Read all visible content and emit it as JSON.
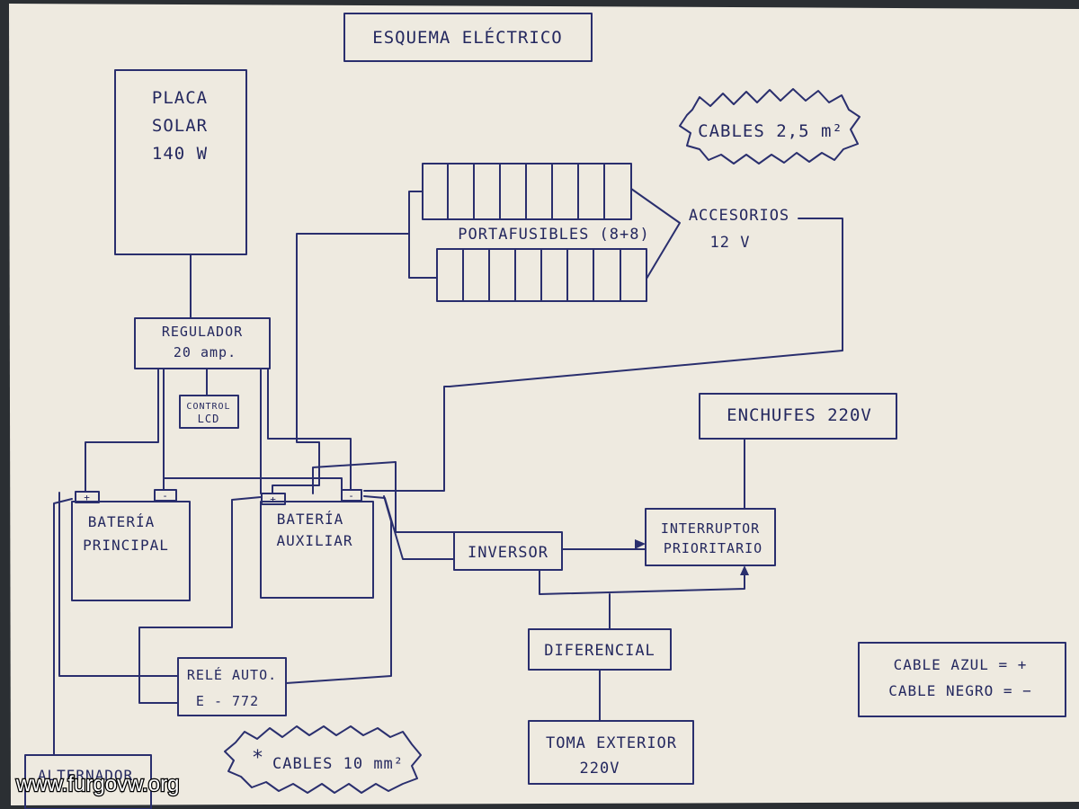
{
  "diagram": {
    "title": "ESQUEMA ELÉCTRICO",
    "cloud_top": "CABLES 2,5 m²",
    "cloud_bottom_star": "*",
    "cloud_bottom": "CABLES 10 mm²",
    "solar_panel": [
      "PLACA",
      "SOLAR",
      "140 W"
    ],
    "regulator": [
      "REGULADOR",
      "20 amp."
    ],
    "lcd": [
      "CONTROL",
      "LCD"
    ],
    "fuse_box": "PORTAFUSIBLES (8+8)",
    "accessories": [
      "ACCESORIOS",
      "12 V"
    ],
    "battery_main": [
      "BATERÍA",
      "PRINCIPAL"
    ],
    "battery_aux": [
      "BATERÍA",
      "AUXILIAR"
    ],
    "terminal_plus": "+",
    "terminal_minus": "-",
    "inverter": "INVERSOR",
    "priority_switch": [
      "INTERRUPTOR",
      "PRIORITARIO"
    ],
    "plugs": "ENCHUFES 220V",
    "differential": "DIFERENCIAL",
    "exterior_outlet": [
      "TOMA EXTERIOR",
      "220V"
    ],
    "relay": [
      "RELÉ AUTO.",
      "E - 772"
    ],
    "alternator": "ALTERNADOR",
    "legend": [
      "CABLE AZUL = +",
      "CABLE NEGRO = −"
    ],
    "watermark": "www.furgovw.org",
    "colors": {
      "ink": "#2a2f6e",
      "paper": "#eeeae0",
      "background": "#2b2f33"
    }
  }
}
